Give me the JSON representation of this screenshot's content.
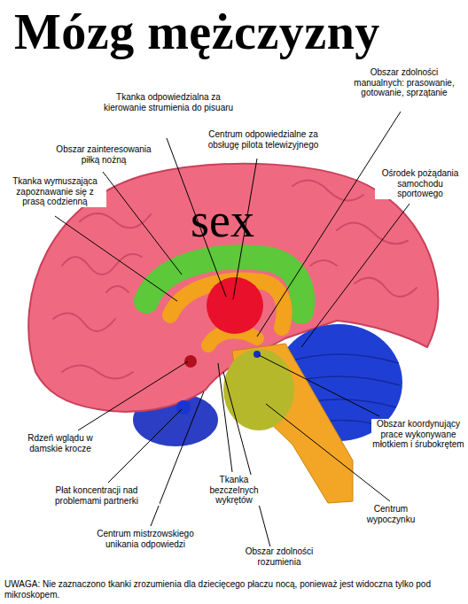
{
  "diagram": {
    "title": "Mózg mężczyzny",
    "labels": [
      "Tkanka odpowiedzialna za kierowanie strumienia do pisuaru",
      "Centrum odpowiedzialne za obsługę pilota telewizyjnego",
      "Obszar zdolności manualnych: prasowanie, gotowanie, sprzątanie",
      "Obszar zainteresowania piłką nożną",
      "Tkanka wymuszająca zapoznawanie się z prasą codzienną",
      "Ośrodek pożądania samochodu sportowego",
      "sex",
      "Obszar koordynujący prace wykonywane młotkiem i śrubokrętem",
      "Rdzeń wglądu w damskie krocze",
      "Płat koncentracji nad problemami partnerki",
      "Tkanka bezczelnych wykrętów",
      "Centrum mistrzowskiego unikania odpowiedzi",
      "Obszar zdolności rozumienia",
      "Centrum wypoczynku"
    ],
    "caption": "UWAGA: Nie zaznaczono tkanki zrozumienia dla dziecięcego płaczu nocą, ponieważ jest widoczna tylko pod mikroskopem."
  }
}
